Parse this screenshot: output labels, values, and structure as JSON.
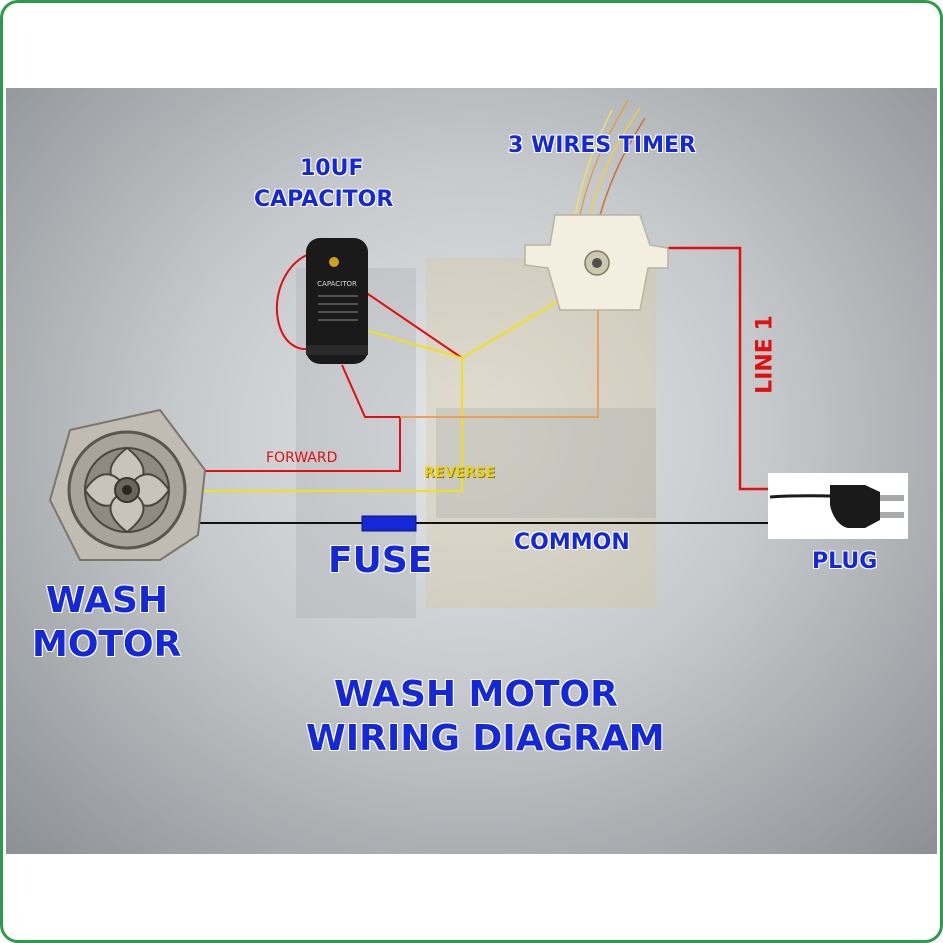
{
  "diagram": {
    "title_line1": "WASH MOTOR",
    "title_line2": "WIRING DIAGRAM",
    "components": {
      "capacitor_line1": "10UF",
      "capacitor_line2": "CAPACITOR",
      "capacitor_body_text": "CAPACITOR",
      "timer": "3 WIRES TIMER",
      "motor_line1": "WASH",
      "motor_line2": "MOTOR",
      "fuse": "FUSE",
      "plug": "PLUG"
    },
    "wires": {
      "forward": "FORWARD",
      "reverse": "REVERSE",
      "common": "COMMON",
      "line1": "LINE 1"
    },
    "colors": {
      "forward_wire": "#e01010",
      "reverse_wire": "#f0e020",
      "common_wire": "#111111",
      "timer_wire": "#e8a060",
      "label_blue": "#1428d8",
      "border_green": "#2e9a4a"
    }
  }
}
